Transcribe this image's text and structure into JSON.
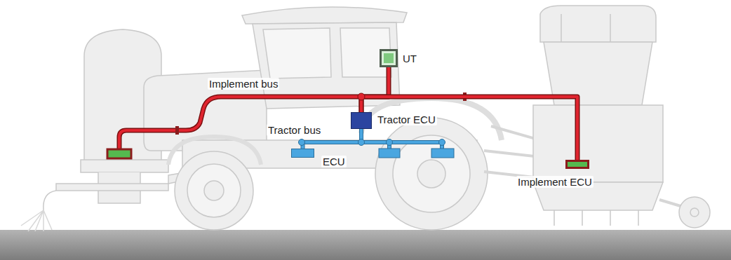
{
  "diagram": {
    "nodes": [
      {
        "text": [
          "UT"
        ]
      },
      {
        "text": [
          "Tractor ECU"
        ]
      },
      {
        "text": [
          "ECU"
        ]
      },
      {
        "text": [
          "Implement ECU"
        ]
      }
    ],
    "edges": [
      {
        "from": 0,
        "to": 1,
        "arrow": "none"
      },
      {
        "from": 1,
        "to": 2,
        "arrow": "none"
      },
      {
        "from": 1,
        "to": 3,
        "arrow": "none"
      }
    ],
    "labels": [
      "Implement bus",
      "Tractor bus"
    ]
  }
}
